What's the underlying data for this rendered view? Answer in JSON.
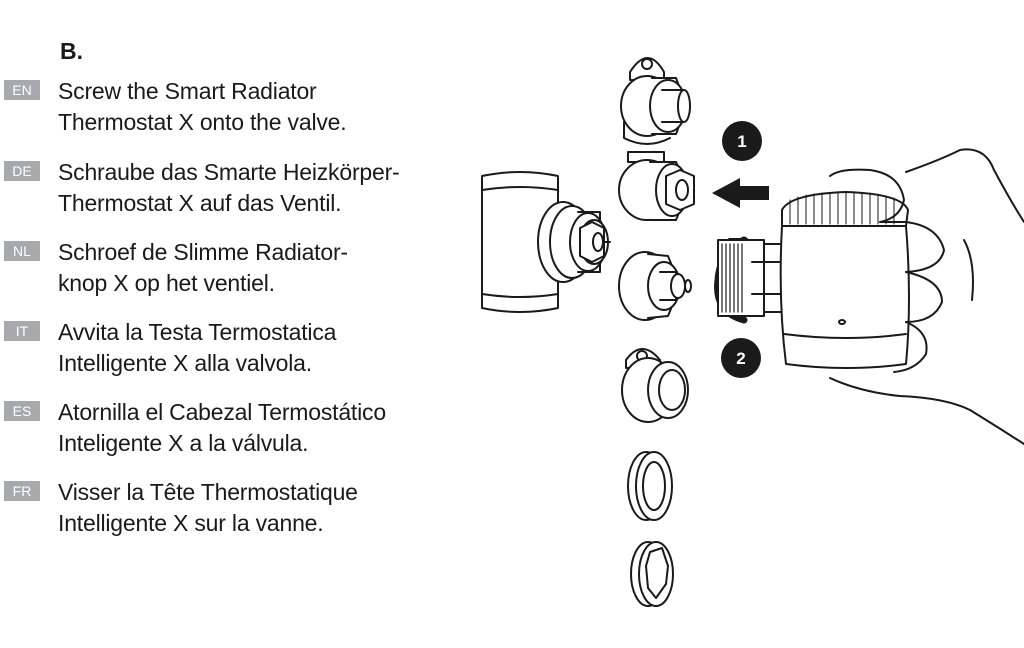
{
  "step_label": "B.",
  "instructions": [
    {
      "lang": "EN",
      "lines": [
        "Screw the Smart Radiator",
        "Thermostat X onto the valve."
      ]
    },
    {
      "lang": "DE",
      "lines": [
        "Schraube das Smarte Heizkörper-",
        "Thermostat X auf das Ventil."
      ]
    },
    {
      "lang": "NL",
      "lines": [
        "Schroef de Slimme Radiator-",
        "knop X op het ventiel."
      ]
    },
    {
      "lang": "IT",
      "lines": [
        "Avvita la Testa Termostatica",
        "Intelligente X alla valvola."
      ]
    },
    {
      "lang": "ES",
      "lines": [
        "Atornilla el Cabezal Termostático",
        "Inteligente X a la válvula."
      ]
    },
    {
      "lang": "FR",
      "lines": [
        "Visser la Tête Thermostatique",
        "Intelligente X sur la vanne."
      ]
    }
  ],
  "figure": {
    "callout_1": "1",
    "callout_2": "2"
  },
  "colors": {
    "badge_bg": "#a7a9ac",
    "line": "#1a1a1a"
  }
}
